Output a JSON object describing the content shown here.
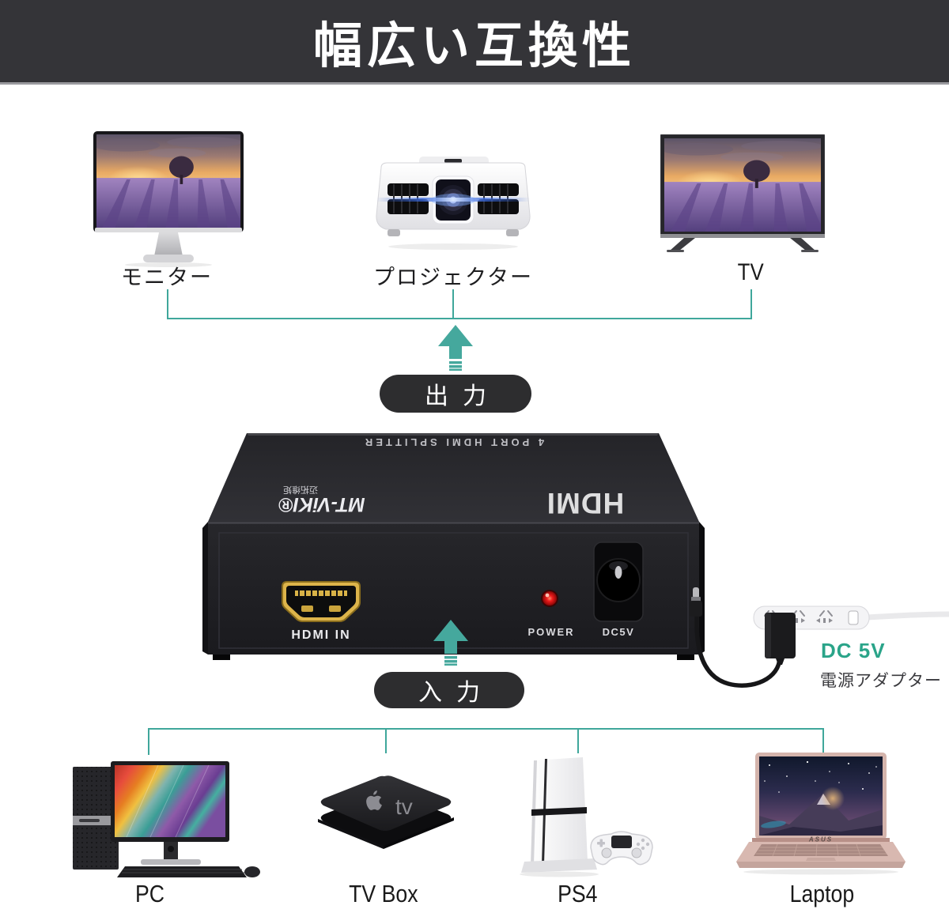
{
  "header": {
    "title": "幅広い互換性",
    "bg_color": "#343438",
    "text_color": "#ffffff"
  },
  "output_section": {
    "badge": "出力",
    "devices": [
      {
        "name": "monitor",
        "label": "モニター"
      },
      {
        "name": "projector",
        "label": "プロジェクター"
      },
      {
        "name": "tv",
        "label": "TV"
      }
    ]
  },
  "splitter": {
    "top_label": "4 PORT HDMI SPLITTER",
    "brand": "MT-ViKI®",
    "brand_cn": "迈拓维矩",
    "side_logo": "HDMI",
    "hdmi_port_label": "HDMI IN",
    "power_led_label": "POWER",
    "dc_jack_label": "DC5V",
    "led_color": "#e01414"
  },
  "input_section": {
    "badge": "入力",
    "devices": [
      {
        "name": "pc",
        "label": "PC"
      },
      {
        "name": "tv-box",
        "label": "TV Box"
      },
      {
        "name": "ps4",
        "label": "PS4"
      },
      {
        "name": "laptop",
        "label": "Laptop"
      }
    ]
  },
  "adapter": {
    "voltage": "DC 5V",
    "label": "電源アダプター"
  },
  "tv_box": {
    "logo_text": "tv"
  },
  "laptop": {
    "brand": "ASUS"
  },
  "colors": {
    "teal_line": "#3fa79b",
    "badge_bg": "#2d2d2f",
    "dc_text": "#2aa489",
    "header_bg": "#343438"
  }
}
